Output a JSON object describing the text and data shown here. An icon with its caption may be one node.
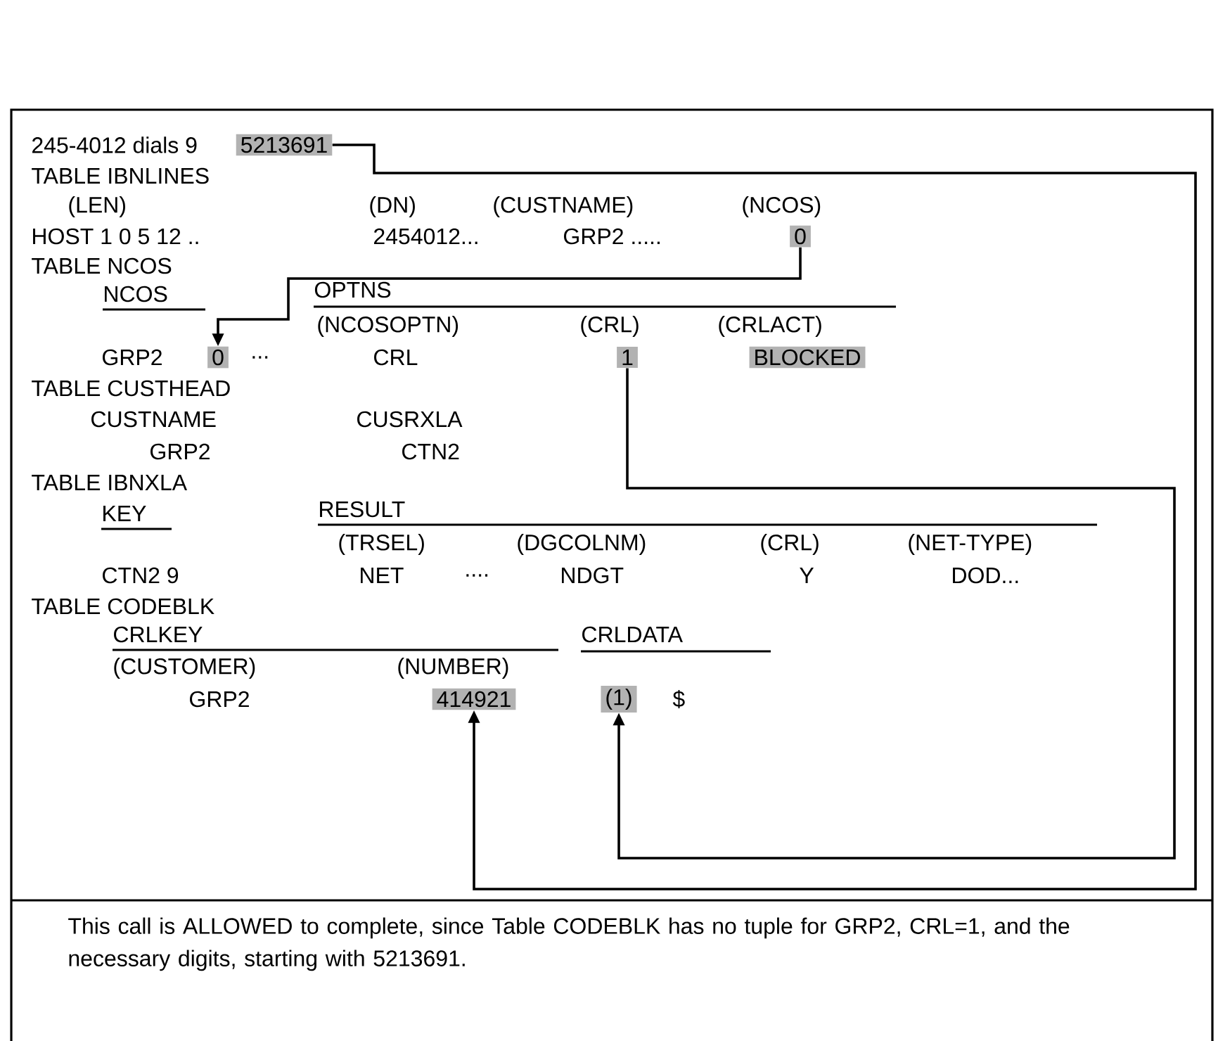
{
  "diagram": {
    "caption": "This call is ALLOWED to complete, since Table CODEBLK has no tuple for GRP2, CRL=1, and the necessary digits, starting with 5213691.",
    "nodes": [
      {
        "text": [
          "5213691"
        ]
      },
      {
        "text": [
          "0"
        ]
      },
      {
        "text": [
          "0"
        ]
      },
      {
        "text": [
          "1"
        ]
      },
      {
        "text": [
          "BLOCKED"
        ]
      },
      {
        "text": [
          "414921"
        ]
      },
      {
        "text": [
          "(1)"
        ]
      }
    ],
    "edges": [
      {
        "from": 1,
        "to": 2,
        "arrow": "to"
      },
      {
        "from": 0,
        "to": 5,
        "arrow": "to"
      },
      {
        "from": 3,
        "to": 6,
        "arrow": "to"
      }
    ],
    "labels": [
      "245-4012 dials 9",
      "TABLE IBNLINES",
      "(LEN)",
      "(DN)",
      "(CUSTNAME)",
      "(NCOS)",
      "HOST 1 0 5 12 ..",
      "2454012...",
      "GRP2 .....",
      "TABLE NCOS",
      "NCOS",
      "OPTNS",
      "(NCOSOPTN)",
      "(CRL)",
      "(CRLACT)",
      "GRP2",
      "...",
      "CRL",
      "TABLE CUSTHEAD",
      "CUSTNAME",
      "CUSRXLA",
      "GRP2",
      "CTN2",
      "TABLE IBNXLA",
      "KEY",
      "RESULT",
      "(TRSEL)",
      "(DGCOLNM)",
      "(CRL)",
      "(NET-TYPE)",
      "CTN2 9",
      "NET",
      "....",
      "NDGT",
      "Y",
      "DOD...",
      "TABLE CODEBLK",
      "CRLKEY",
      "CRLDATA",
      "(CUSTOMER)",
      "(NUMBER)",
      "GRP2",
      "$"
    ]
  }
}
